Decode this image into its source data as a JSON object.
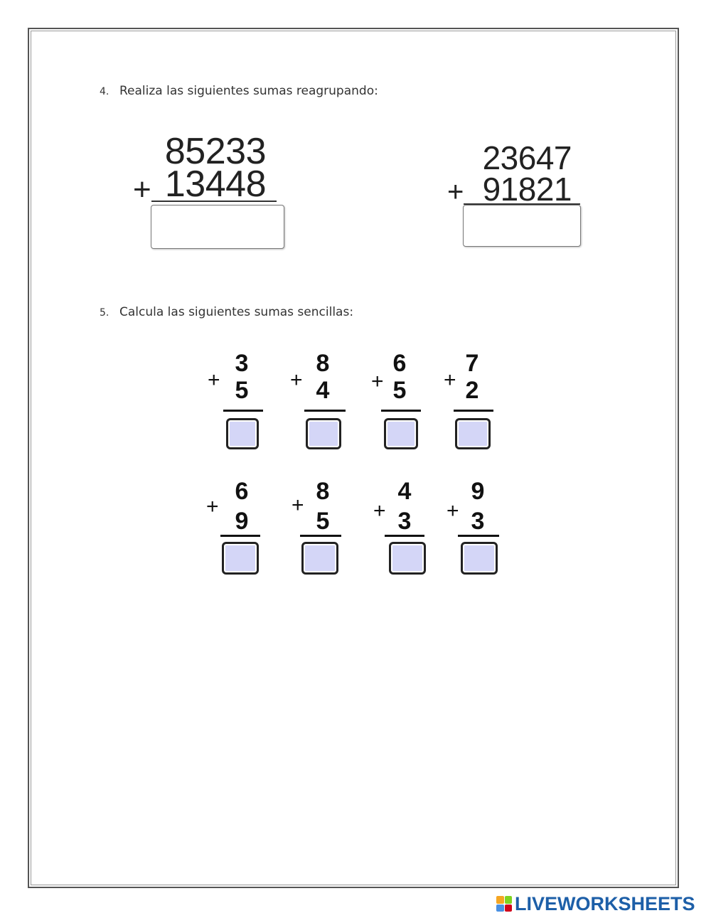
{
  "section4": {
    "number": "4.",
    "text": "Realiza las siguientes sumas reagrupando:"
  },
  "regroup_sums": [
    {
      "top": "85233",
      "bottom": "13448",
      "operator": "+"
    },
    {
      "top": "23647",
      "bottom": "91821",
      "operator": "+"
    }
  ],
  "section5": {
    "number": "5.",
    "text": "Calcula las siguientes sumas sencillas:"
  },
  "simple_sums": [
    {
      "top": "3",
      "bottom": "5",
      "operator": "+"
    },
    {
      "top": "8",
      "bottom": "4",
      "operator": "+"
    },
    {
      "top": "6",
      "bottom": "5",
      "operator": "+"
    },
    {
      "top": "7",
      "bottom": "2",
      "operator": "+"
    },
    {
      "top": "6",
      "bottom": "9",
      "operator": "+"
    },
    {
      "top": "8",
      "bottom": "5",
      "operator": "+"
    },
    {
      "top": "4",
      "bottom": "3",
      "operator": "+"
    },
    {
      "top": "9",
      "bottom": "3",
      "operator": "+"
    }
  ],
  "brand": {
    "text": "LIVEWORKSHEETS",
    "colors": [
      "#f5a623",
      "#7ed321",
      "#4a90e2",
      "#d0021b"
    ],
    "text_color": "#1d5fa8"
  },
  "answer_box_color": "#d4d6f7"
}
